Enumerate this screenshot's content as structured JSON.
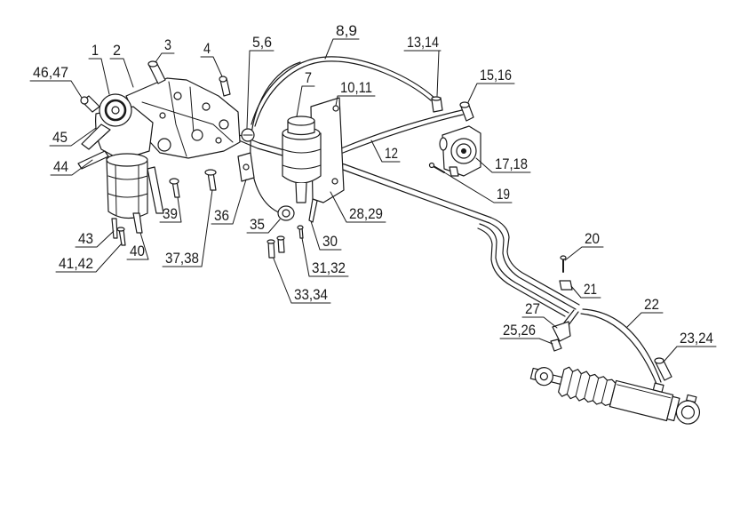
{
  "diagram": {
    "callouts": [
      "8,9",
      "13,14",
      "5,6",
      "3",
      "4",
      "1",
      "2",
      "46,47",
      "15,16",
      "7",
      "10,11",
      "45",
      "12",
      "17,18",
      "44",
      "19",
      "39",
      "36",
      "28,29",
      "35",
      "43",
      "30",
      "41,42",
      "40",
      "37,38",
      "31,32",
      "20",
      "33,34",
      "21",
      "22",
      "27",
      "25,26",
      "23,24"
    ]
  },
  "colors": {
    "line": "#1a1a1a",
    "background": "#ffffff"
  }
}
